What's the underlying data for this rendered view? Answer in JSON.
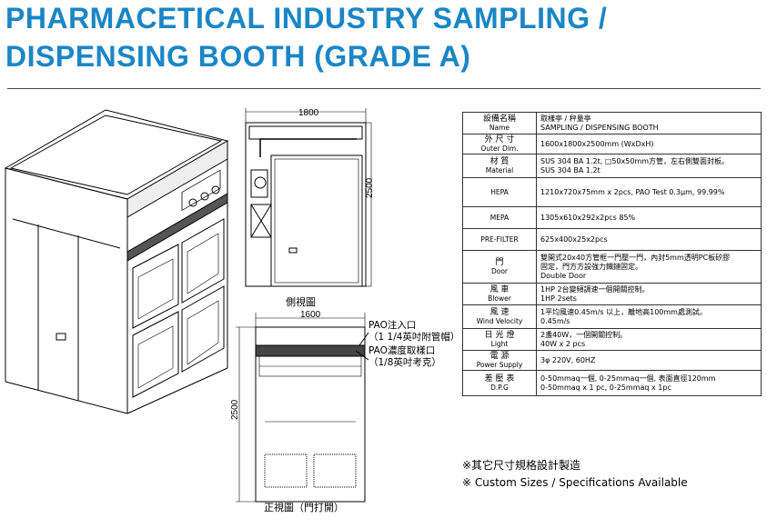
{
  "header": {
    "title_line1": "PHARMACETICAL INDUSTRY SAMPLING /",
    "title_line2": "DISPENSING BOOTH  (GRADE A)"
  },
  "colors": {
    "title": "#1a86c6"
  },
  "drawings": {
    "side_view": {
      "width_label": "1800",
      "height_label": "2500",
      "caption": "側視圖"
    },
    "front_view": {
      "width_label": "1600",
      "height_label": "2500",
      "caption": "正視圖（門打開）",
      "pao_inlet_line1": "PAO注入口",
      "pao_inlet_line2": "（1 1/4英吋附管帽）",
      "pao_sample_line1": "PAO濃度取樣口",
      "pao_sample_line2": "（1/8英吋考克）"
    }
  },
  "spec_table": {
    "rows": [
      {
        "zh": "設備名稱",
        "en": "Name",
        "lines": [
          "取樣亭 / 秤量亭",
          "SAMPLING / DISPENSING BOOTH"
        ]
      },
      {
        "zh": "外 尺 寸",
        "en": "Outer Dim.",
        "lines": [
          "1600x1800x2500mm (WxDxH)"
        ]
      },
      {
        "zh": "材  質",
        "en": "Material",
        "lines": [
          "SUS 304 BA 1.2t, □50x50mm方管，左右側雙面封板。",
          "SUS 304 BA 1.2t"
        ]
      },
      {
        "zh": "",
        "en": "HEPA",
        "lines": [
          "1210x720x75mm x 2pcs, PAO Test 0.3μm, 99.99%"
        ]
      },
      {
        "zh": "",
        "en": "MEPA",
        "lines": [
          "1305x610x292x2pcs  85%"
        ]
      },
      {
        "zh": "",
        "en": "PRE-FILTER",
        "lines": [
          "625x400x25x2pcs"
        ]
      },
      {
        "zh": "門",
        "en": "Door",
        "lines": [
          "雙開式20x40方管框一門壓一門，內封5mm透明PC板矽膠",
          "固定，門方方設強力鐵鏈固定。",
          "Double Door"
        ]
      },
      {
        "zh": "風  車",
        "en": "Blower",
        "lines": [
          "1HP 2台變頻調速一個開關控制。",
          "1HP 2sets"
        ]
      },
      {
        "zh": "風  速",
        "en": "Wind Velocity",
        "lines": [
          "1平均風速0.45m/s 以上，離地高100mm處測試。",
          "0.45m/s"
        ]
      },
      {
        "zh": "日 光 燈",
        "en": "Light",
        "lines": [
          "2盞40W，一個開關控制。",
          "40W x 2 pcs"
        ]
      },
      {
        "zh": "電  源",
        "en": "Power Supply",
        "lines": [
          "3φ 220V, 60HZ"
        ]
      },
      {
        "zh": "差 壓 表",
        "en": "D.P.G",
        "lines": [
          "0-50mmaq一個, 0-25mmaq一個, 表面直徑120mm",
          "0-50mmaq x 1 pc, 0-25mmaq x 1pc"
        ]
      }
    ]
  },
  "footer": {
    "note_zh": "※其它尺寸規格設計製造",
    "note_en": "※ Custom Sizes / Specifications Available"
  }
}
